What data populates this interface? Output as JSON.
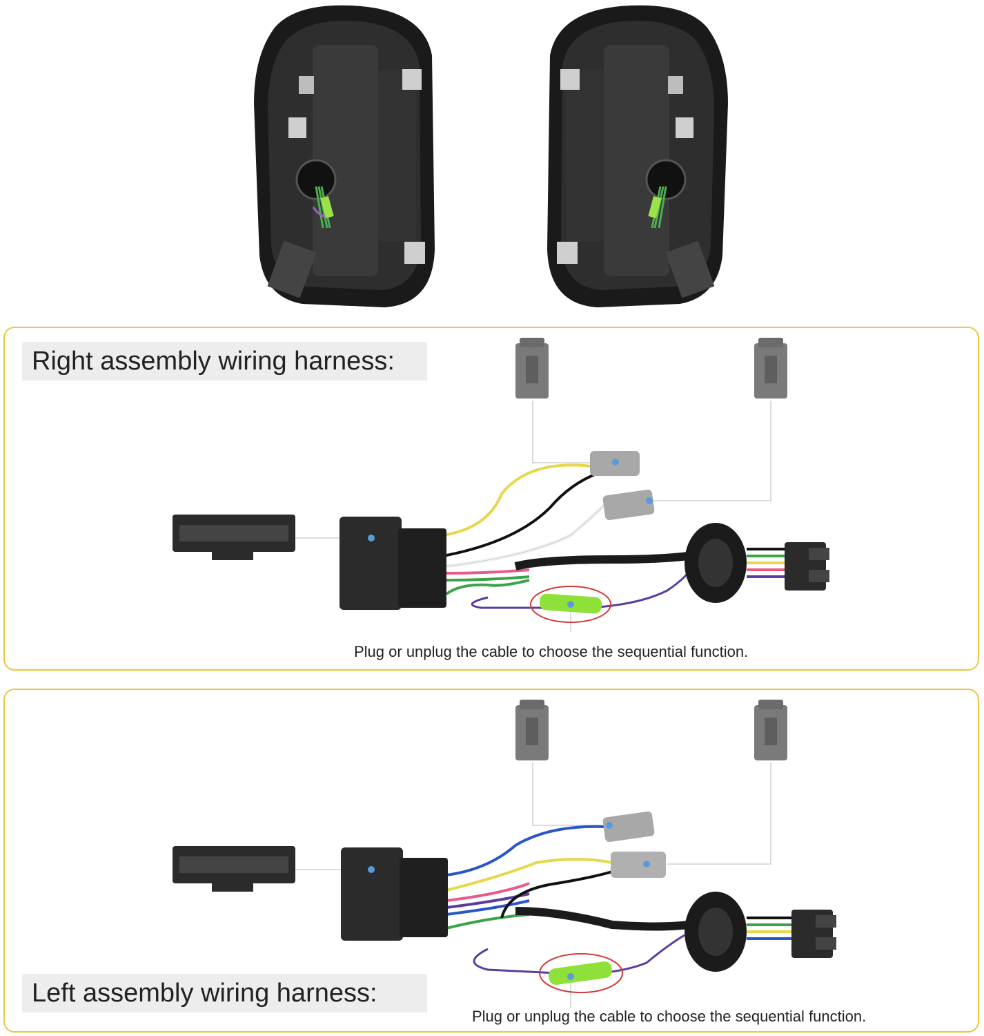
{
  "right_harness": {
    "title": "Right assembly wiring harness:",
    "caption": "Plug or unplug the cable to choose the sequential function."
  },
  "left_harness": {
    "title": "Left assembly wiring harness:",
    "caption": "Plug or unplug the cable to choose the sequential function."
  },
  "colors": {
    "panel_border": "#e9c83e",
    "heading_bg": "#ededed",
    "highlight_ring": "#d23a3a",
    "fuse_green": "#8fe13a",
    "callout_dot": "#5b9ad8"
  }
}
